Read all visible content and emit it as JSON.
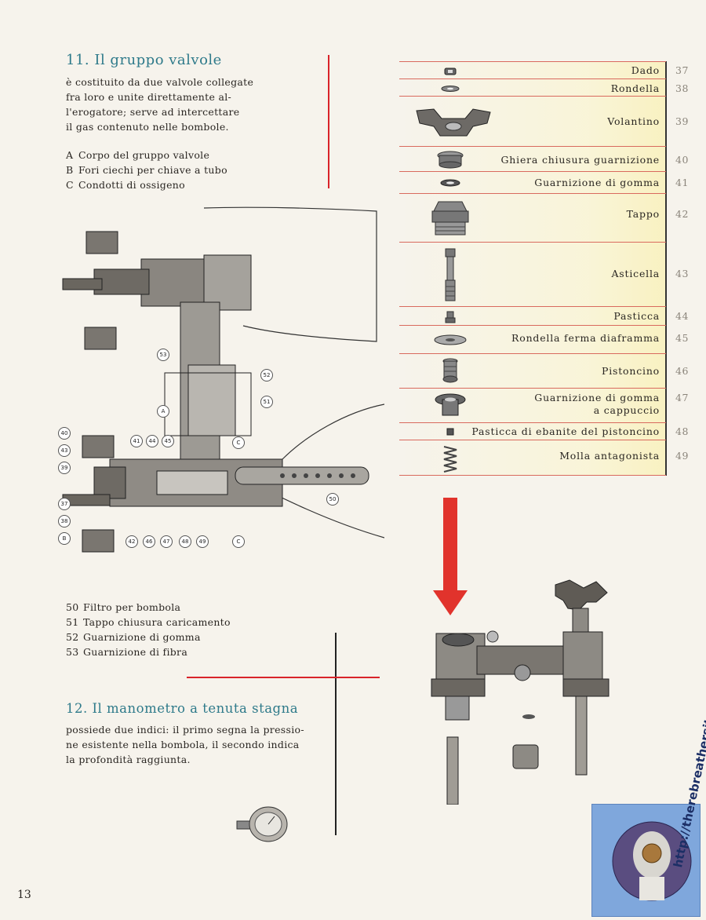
{
  "section11": {
    "title": "11. Il gruppo valvole",
    "text_lines": [
      "è costituito da due valvole collegate",
      "fra loro e unite direttamente al-",
      "l'erogatore; serve ad intercettare",
      "il gas contenuto nelle bombole."
    ],
    "legend": [
      {
        "code": "A",
        "label": "Corpo del gruppo valvole"
      },
      {
        "code": "B",
        "label": "Fori ciechi per chiave a tubo"
      },
      {
        "code": "C",
        "label": "Condotti di ossigeno"
      }
    ]
  },
  "parts": [
    {
      "name": "Dado",
      "num": "37",
      "icon": "nut-icon"
    },
    {
      "name": "Rondella",
      "num": "38",
      "icon": "washer-icon"
    },
    {
      "name": "Volantino",
      "num": "39",
      "icon": "wing-knob-icon"
    },
    {
      "name": "Ghiera chiusura guarnizione",
      "num": "40",
      "icon": "ring-nut-icon"
    },
    {
      "name": "Guarnizione di gomma",
      "num": "41",
      "icon": "rubber-gasket-icon"
    },
    {
      "name": "Tappo",
      "num": "42",
      "icon": "plug-icon"
    },
    {
      "name": "Asticella",
      "num": "43",
      "icon": "stem-icon"
    },
    {
      "name": "Pasticca",
      "num": "44",
      "icon": "pellet-icon"
    },
    {
      "name": "Rondella ferma diaframma",
      "num": "45",
      "icon": "diaphragm-washer-icon"
    },
    {
      "name": "Pistoncino",
      "num": "46",
      "icon": "piston-icon"
    },
    {
      "name": "Guarnizione di gomma",
      "name2": "a cappuccio",
      "num": "47",
      "icon": "cap-gasket-icon"
    },
    {
      "name": "Pasticca di ebanite del pistoncino",
      "num": "48",
      "icon": "ebonite-pellet-icon"
    },
    {
      "name": "Molla antagonista",
      "num": "49",
      "icon": "spring-icon"
    }
  ],
  "diagram_callouts": [
    "53",
    "52",
    "51",
    "A",
    "C",
    "40",
    "43",
    "39",
    "37",
    "38",
    "B",
    "41",
    "44",
    "45",
    "42",
    "46",
    "47",
    "48",
    "49",
    "C",
    "50"
  ],
  "legend2": [
    {
      "code": "50",
      "label": "Filtro per bombola"
    },
    {
      "code": "51",
      "label": "Tappo chiusura caricamento"
    },
    {
      "code": "52",
      "label": "Guarnizione di gomma"
    },
    {
      "code": "53",
      "label": "Guarnizione di fibra"
    }
  ],
  "section12": {
    "title": "12. Il manometro a tenuta stagna",
    "text_lines": [
      "possiede due indici: il primo segna la pressio-",
      "ne esistente nella bombola, il secondo indica",
      "la profondità raggiunta."
    ]
  },
  "page_number": "13",
  "badge": {
    "text": "http://therebreathersite.nl"
  },
  "colors": {
    "accent_red": "#d9232a",
    "title_teal": "#2e7a8a",
    "table_line": "#d96a5e"
  }
}
